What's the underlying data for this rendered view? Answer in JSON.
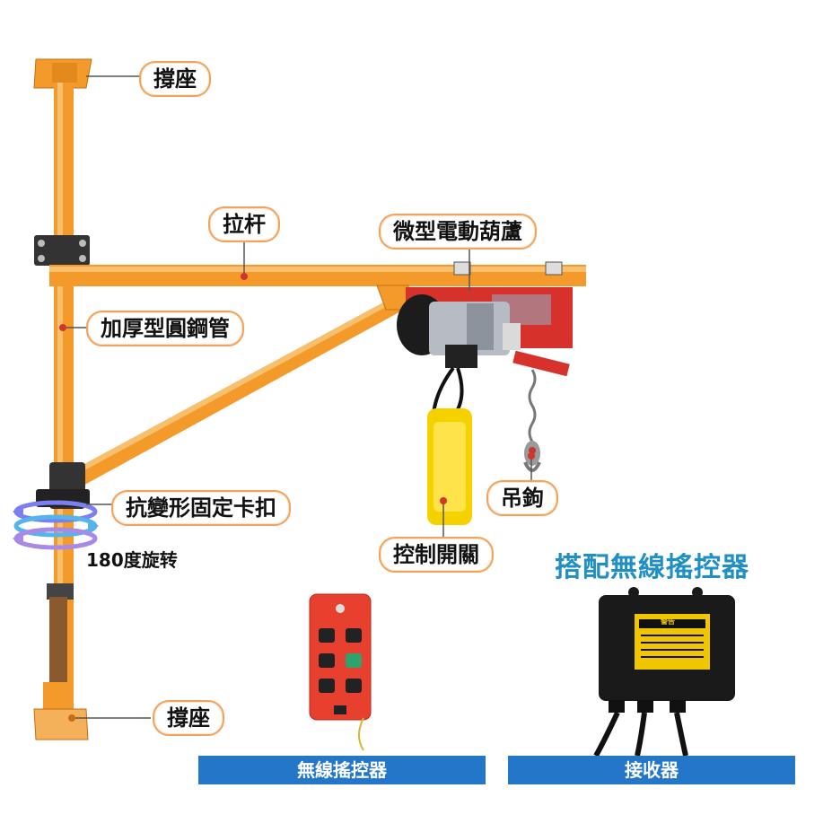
{
  "labels": {
    "top_mount": "撐座",
    "pull_rod": "拉杆",
    "micro_hoist": "微型電動葫蘆",
    "thick_tube": "加厚型圓鋼管",
    "anti_deform_clamp": "抗變形固定卡扣",
    "rotation": "180度旋转",
    "hook": "吊鉤",
    "control_switch": "控制開關",
    "bottom_mount": "撐座"
  },
  "accessory_title": "搭配無線搖控器",
  "banners": {
    "remote": "無線搖控器",
    "receiver": "接收器"
  },
  "receiver_warning": "警告",
  "colors": {
    "frame": "#f39a2b",
    "hoist_red": "#d6322b",
    "banner_blue": "#2476c9",
    "title_blue": "#1f8fc4",
    "label_border": "#f2a25a"
  }
}
